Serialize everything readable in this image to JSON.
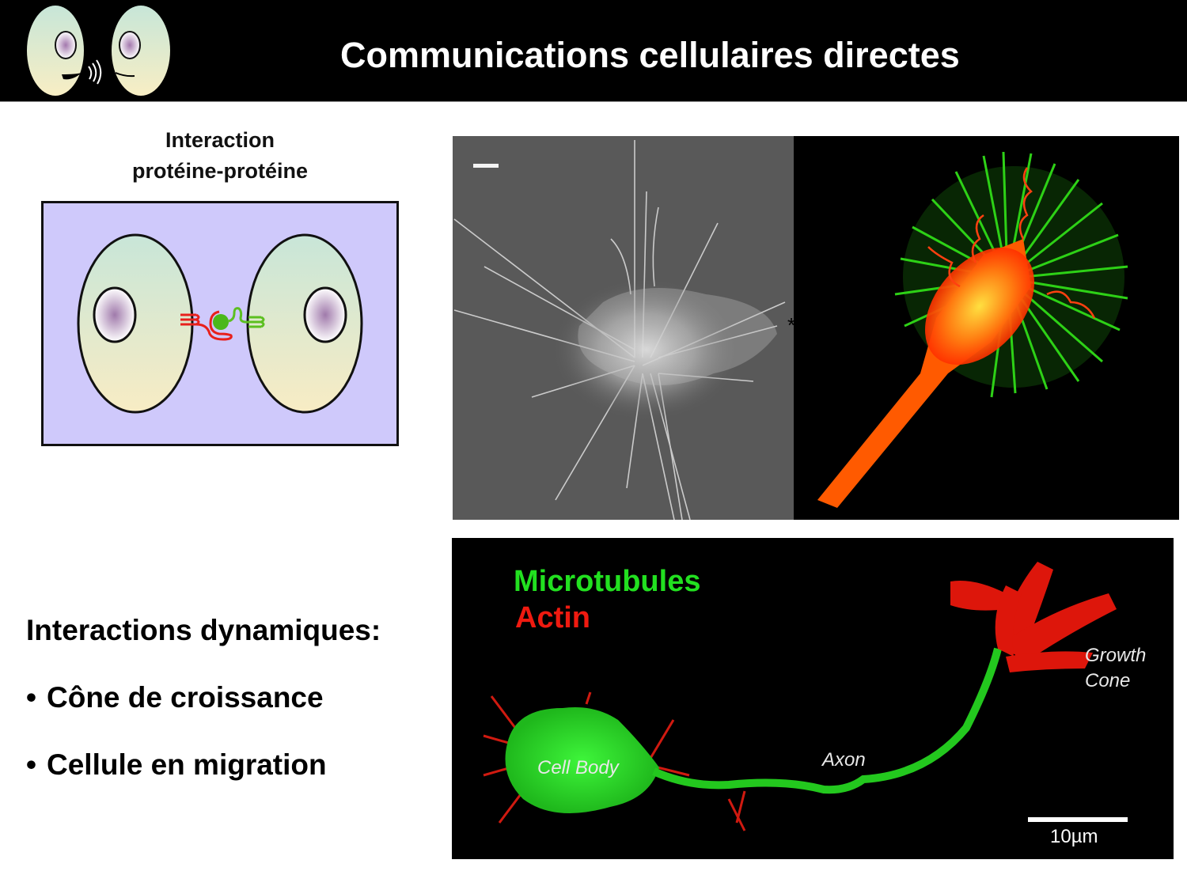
{
  "header": {
    "title": "Communications cellulaires directes",
    "logo_icon": "two-talking-cells-icon"
  },
  "diagram": {
    "caption_line1": "Interaction",
    "caption_line2": "protéine-protéine",
    "colors": {
      "background": "#cfc9fb",
      "cell_top": "#c8e6d8",
      "cell_bottom": "#f8ecc4",
      "nucleus": "#a880b0",
      "protein_left": "#e8201c",
      "protein_right": "#5cbf20"
    }
  },
  "images": {
    "sem": {
      "label": "sem-growth-cone-image",
      "asterisk": "*"
    },
    "fluorescence": {
      "label": "fluorescent-growth-cone-image"
    }
  },
  "neuron_figure": {
    "legend_microtubules": "Microtubules",
    "legend_actin": "Actin",
    "label_cell_body": "Cell Body",
    "label_axon": "Axon",
    "label_growth_line1": "Growth",
    "label_growth_line2": "Cone",
    "scale_label": "10µm",
    "colors": {
      "microtubules": "#22e020",
      "actin": "#f01a10"
    }
  },
  "text_block": {
    "heading": "Interactions dynamiques:",
    "bullets": [
      {
        "marker": "•",
        "label": "Cône de croissance"
      },
      {
        "marker": "•",
        "label": "Cellule en migration"
      }
    ]
  }
}
